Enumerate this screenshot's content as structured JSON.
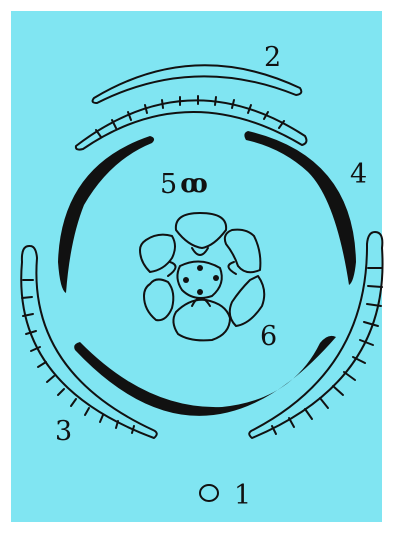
{
  "colors": {
    "background": "#80E5F2",
    "border": "#FFFFFF",
    "ink": "#111111"
  },
  "labels": {
    "l1": "1",
    "l2": "2",
    "l3": "3",
    "l4": "4",
    "l5": "5",
    "l6": "6"
  }
}
